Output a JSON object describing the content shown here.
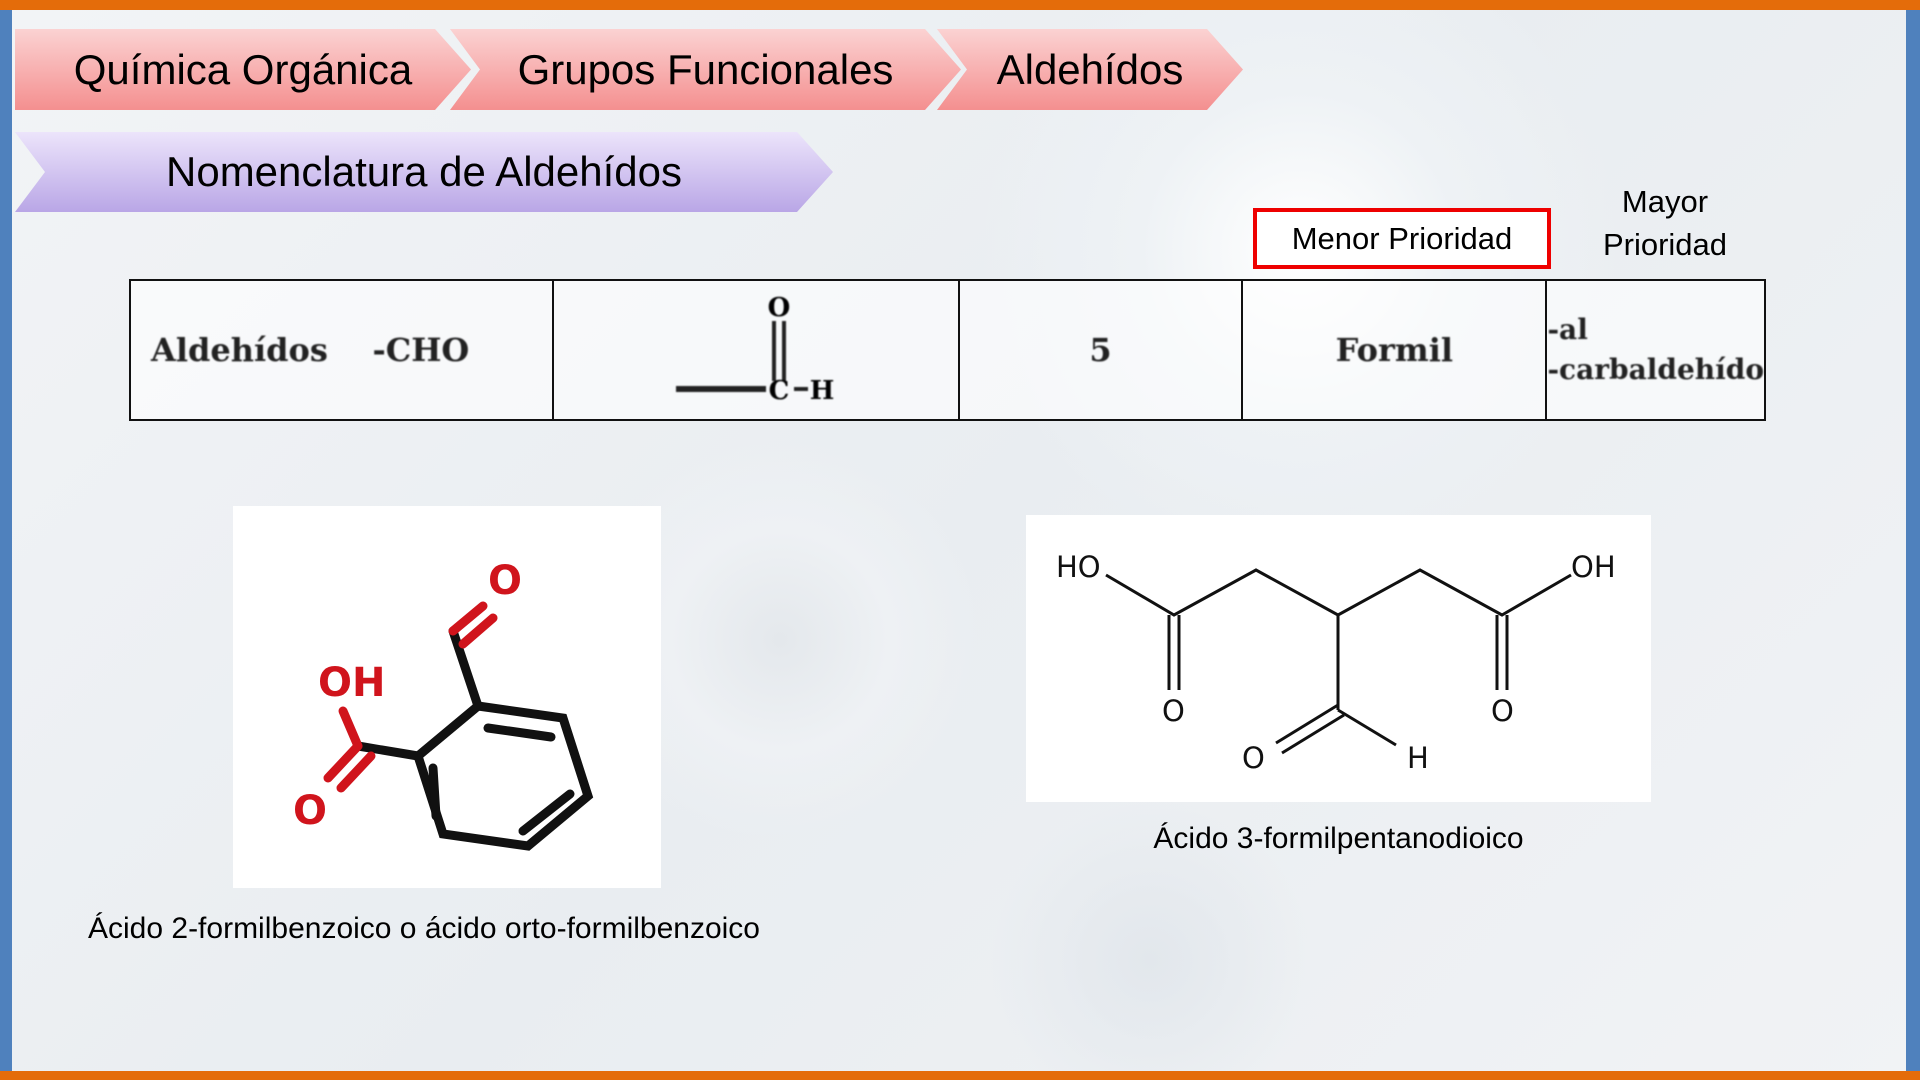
{
  "breadcrumbs": [
    "Química Orgánica",
    "Grupos Funcionales",
    "Aldehídos"
  ],
  "section_title": "Nomenclatura de Aldehídos",
  "priority": {
    "lower": "Menor Prioridad",
    "higher": "Mayor Prioridad"
  },
  "table": {
    "row": {
      "name": "Aldehídos",
      "formula": "-CHO",
      "structure": {
        "atoms": [
          "O",
          "C",
          "H"
        ]
      },
      "priority": "5",
      "prefix": "Formil",
      "suffix_lines": [
        "-al",
        "-carbaldehído"
      ]
    }
  },
  "molecules": [
    {
      "caption": "Ácido 2-formilbenzoico o ácido orto-formilbenzoico",
      "labels": {
        "o1": "O",
        "oh": "OH",
        "o2": "O"
      },
      "heteroatom_color": "#d0141c"
    },
    {
      "caption": "Ácido 3-formilpentanodioico",
      "labels": {
        "ho": "HO",
        "oh": "OH",
        "o1": "O",
        "o2": "O",
        "o3": "O",
        "h": "H"
      }
    }
  ],
  "colors": {
    "accent_bar": "#e46c0a",
    "side_bar": "#4f81bd",
    "highlight_box": "#ee0000"
  }
}
